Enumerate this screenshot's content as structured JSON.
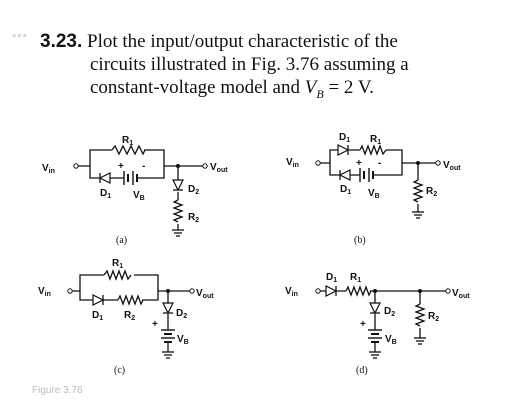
{
  "watermark": "***",
  "problem": {
    "number": "3.23.",
    "line1": "Plot the input/output characteristic of the",
    "line2": "circuits illustrated in Fig. 3.76 assuming a",
    "line3_text": "constant-voltage model and ",
    "line3_var": "V",
    "line3_sub": "B",
    "line3_tail": " = 2 V."
  },
  "labels": {
    "vin": "V",
    "vin_sub": "in",
    "vout": "V",
    "vout_sub": "out",
    "vb": "V",
    "vb_sub": "B",
    "r1": "R",
    "r1_sub": "1",
    "r2": "R",
    "r2_sub": "2",
    "d1": "D",
    "d1_sub": "1",
    "d2": "D",
    "d2_sub": "2",
    "plus": "+",
    "minus": "-"
  },
  "captions": {
    "a": "(a)",
    "b": "(b)",
    "c": "(c)",
    "d": "(d)"
  },
  "figure_label": "Figure 3.76"
}
